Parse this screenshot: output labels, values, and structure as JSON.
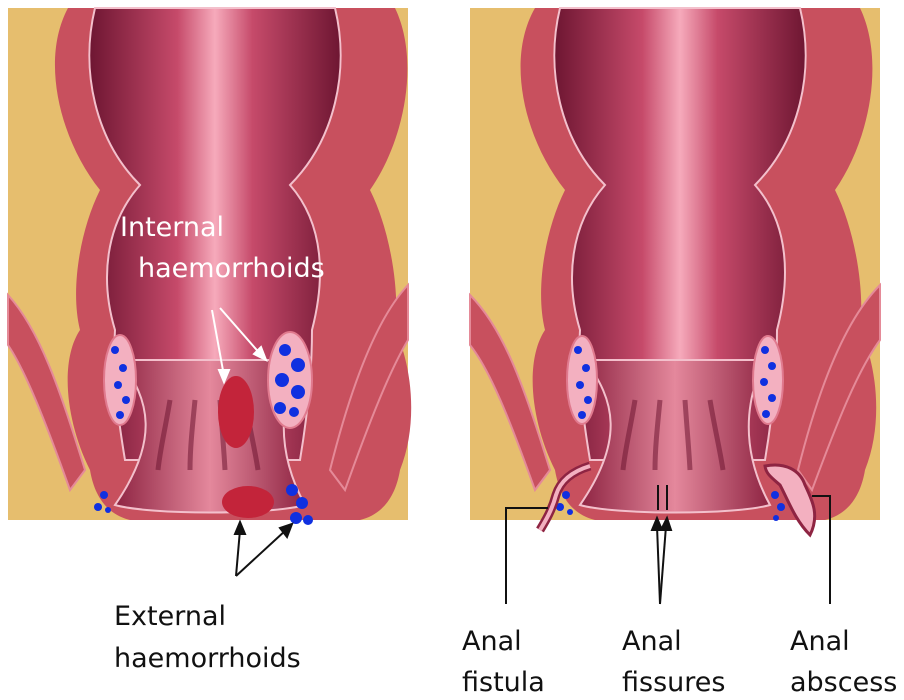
{
  "colors": {
    "fat": "#E6BE6E",
    "muscle": "#C8505E",
    "muscle_light": "#E58A98",
    "lumen_dark": "#7A1B38",
    "lumen_light": "#F3A2B4",
    "vein": "#1030E0",
    "hemorrhoid": "#C3243A"
  },
  "left_panel": {
    "internal_label": [
      "Internal",
      "haemorrhoids"
    ],
    "external_label": [
      "External",
      "haemorrhoids"
    ]
  },
  "right_panel": {
    "fistula_label": [
      "Anal",
      "fistula"
    ],
    "fissures_label": [
      "Anal",
      "fissures"
    ],
    "abscess_label": [
      "Anal",
      "abscess"
    ]
  }
}
